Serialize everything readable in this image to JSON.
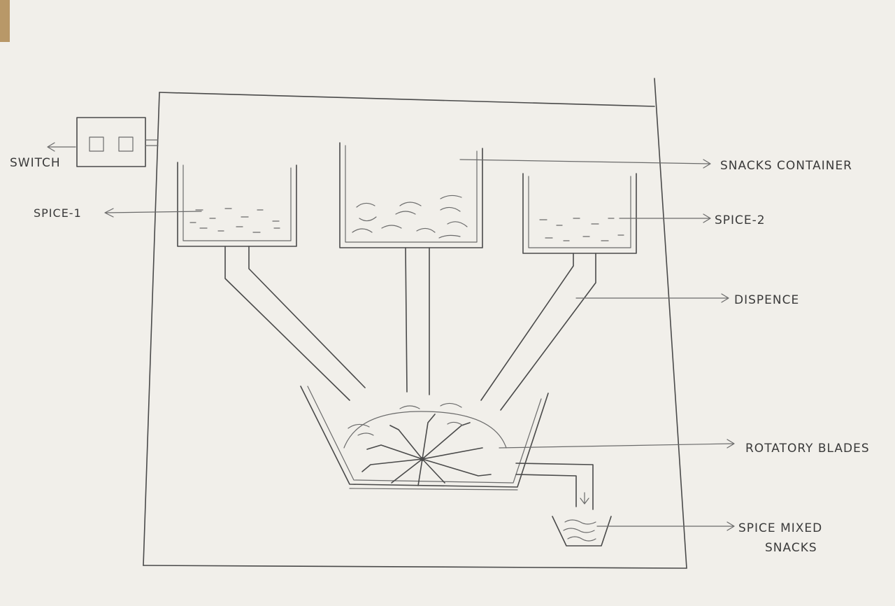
{
  "labels": {
    "switch": "SWITCH",
    "spice_1": "SPICE-1",
    "snacks_container": "SNACKS CONTAINER",
    "spice_2": "SPICE-2",
    "dispence": "DISPENCE",
    "rotatory_blades": "ROTATORY BLADES",
    "spice_mixed_line1": "SPICE MIXED",
    "spice_mixed_line2": "SNACKS"
  },
  "colors": {
    "paper": "#f1efea",
    "ink": "#4a4a4a"
  }
}
